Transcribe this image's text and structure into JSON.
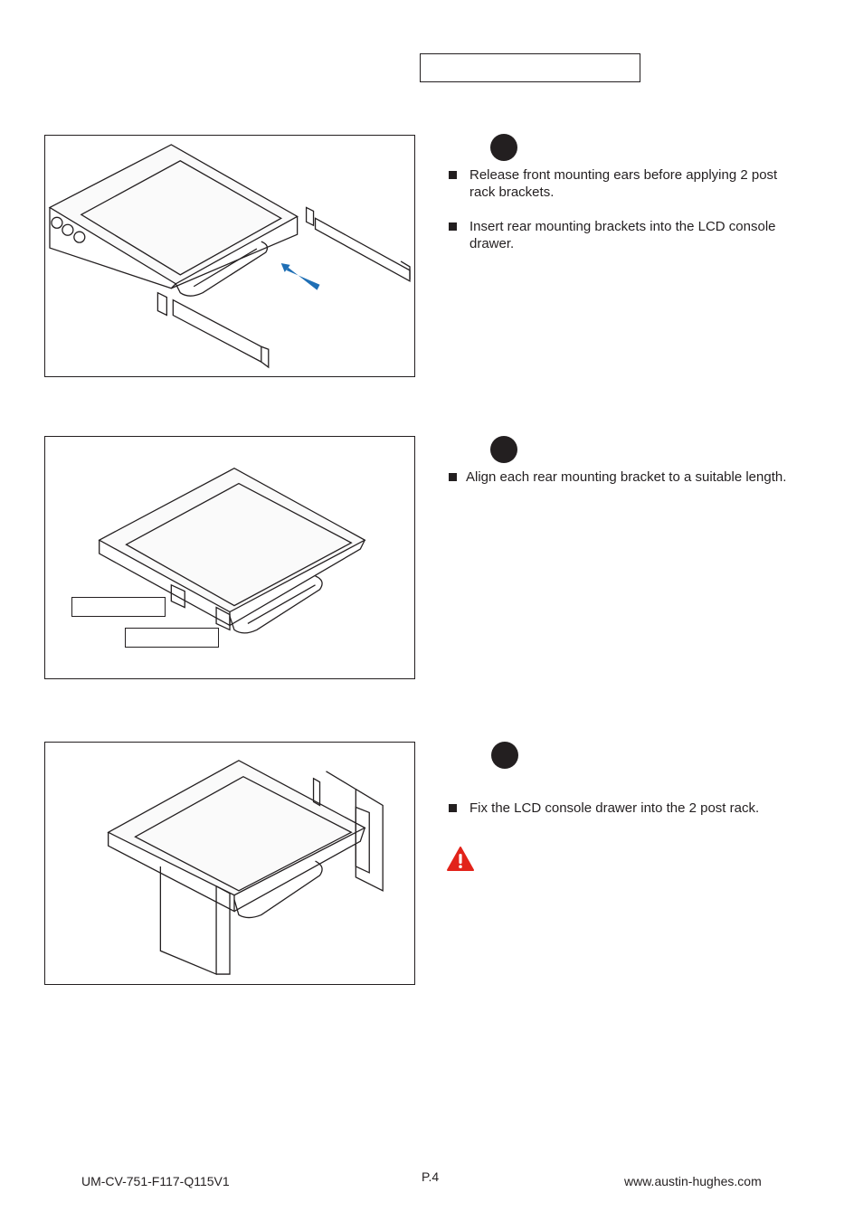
{
  "page": {
    "title_box": "",
    "footer": {
      "doc_code": "UM-CV-751-F117-Q115V1",
      "page_number": "P.4",
      "website": "www.austin-hughes.com"
    }
  },
  "steps": [
    {
      "bullets": [
        "Release front mounting ears before applying 2 post rack brackets.",
        "Insert rear mounting brackets into the LCD console drawer."
      ]
    },
    {
      "bullets": [
        "Align each rear mounting bracket to a suitable length."
      ],
      "callout_labels": [
        "",
        ""
      ]
    },
    {
      "bullets": [
        "Fix the LCD console drawer into the 2 post rack."
      ],
      "warning_icon": "warning-triangle-icon"
    }
  ],
  "colors": {
    "ink": "#231f20",
    "arrow": "#1f6fb5",
    "warning": "#e2231a"
  }
}
